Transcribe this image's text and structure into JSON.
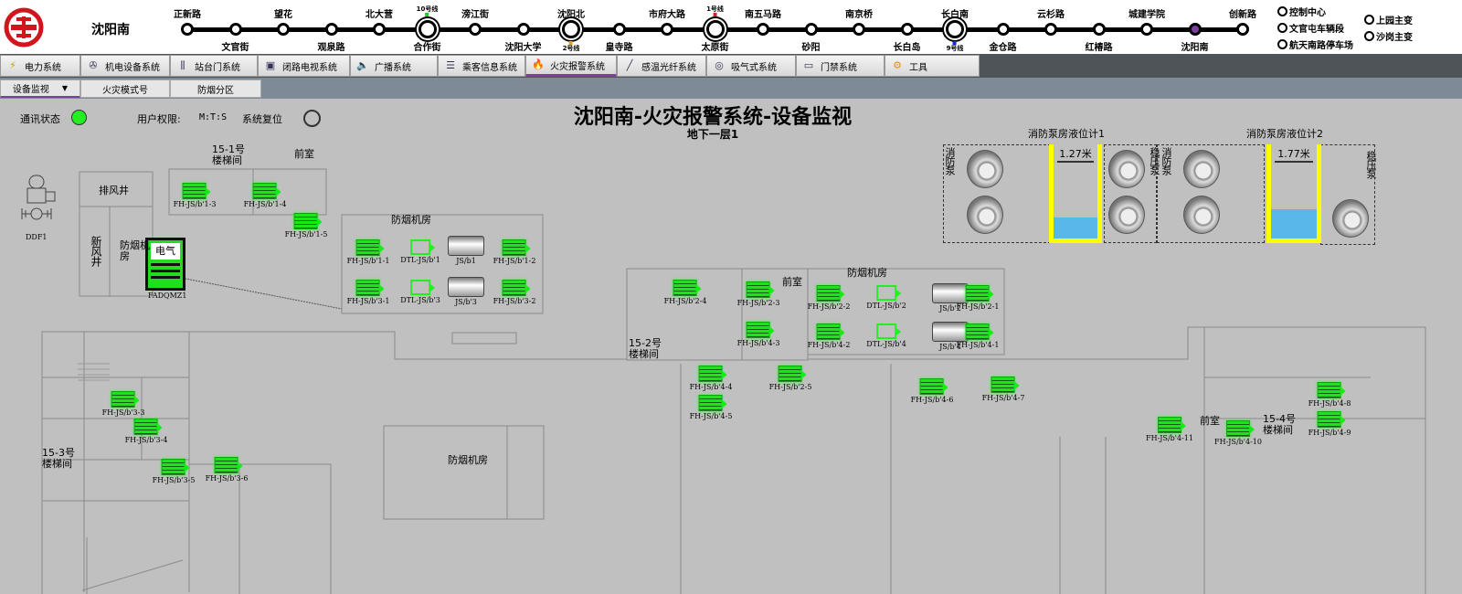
{
  "header": {
    "station": "沈阳南",
    "logo": "metro-logo",
    "stations": [
      {
        "name": "正新路",
        "pos": "top"
      },
      {
        "name": "文官街",
        "pos": "bottom"
      },
      {
        "name": "望花",
        "pos": "top"
      },
      {
        "name": "观泉路",
        "pos": "bottom"
      },
      {
        "name": "北大营",
        "pos": "top"
      },
      {
        "name": "合作街",
        "pos": "bottom",
        "transfer": "10号线",
        "tcolor": "#22cc22"
      },
      {
        "name": "滂江街",
        "pos": "top"
      },
      {
        "name": "沈阳大学",
        "pos": "bottom"
      },
      {
        "name": "沈阳北",
        "pos": "top",
        "transfer": "2号线",
        "tcolor": "#e8a020"
      },
      {
        "name": "皇寺路",
        "pos": "bottom"
      },
      {
        "name": "市府大路",
        "pos": "top"
      },
      {
        "name": "太原街",
        "pos": "bottom",
        "transfer": "1号线",
        "tcolor": "#dd2222"
      },
      {
        "name": "南五马路",
        "pos": "top"
      },
      {
        "name": "砂阳",
        "pos": "bottom"
      },
      {
        "name": "南京桥",
        "pos": "top"
      },
      {
        "name": "长白岛",
        "pos": "bottom"
      },
      {
        "name": "长白南",
        "pos": "top",
        "transfer": "9号线",
        "tcolor": "#1030d0"
      },
      {
        "name": "金仓路",
        "pos": "bottom"
      },
      {
        "name": "云杉路",
        "pos": "top"
      },
      {
        "name": "红椿路",
        "pos": "bottom"
      },
      {
        "name": "城建学院",
        "pos": "top"
      },
      {
        "name": "沈阳南",
        "pos": "bottom",
        "current": true
      },
      {
        "name": "创新路",
        "pos": "top"
      }
    ],
    "side": [
      "控制中心",
      "文官屯车辆段",
      "航天南路停车场",
      "上园主变",
      "沙岗主变"
    ]
  },
  "menu": [
    {
      "label": "电力系统",
      "icon": "power-icon"
    },
    {
      "label": "机电设备系统",
      "icon": "fan-icon"
    },
    {
      "label": "站台门系统",
      "icon": "platform-door-icon"
    },
    {
      "label": "闭路电视系统",
      "icon": "cctv-icon"
    },
    {
      "label": "广播系统",
      "icon": "speaker-icon"
    },
    {
      "label": "乘客信息系统",
      "icon": "info-icon"
    },
    {
      "label": "火灾报警系统",
      "icon": "fire-icon",
      "active": true
    },
    {
      "label": "感温光纤系统",
      "icon": "fiber-icon"
    },
    {
      "label": "吸气式系统",
      "icon": "aspirating-icon"
    },
    {
      "label": "门禁系统",
      "icon": "access-icon"
    },
    {
      "label": "工具",
      "icon": "tools-icon"
    }
  ],
  "subtabs": [
    {
      "label": "设备监视",
      "dropdown": true,
      "active": true
    },
    {
      "label": "火灾模式号"
    },
    {
      "label": "防烟分区"
    }
  ],
  "status": {
    "comm_label": "通讯状态",
    "comm_color": "#22ee22",
    "perm_label": "用户权限:",
    "perm_value": "M:T:S",
    "reset_label": "系统复位"
  },
  "title": "沈阳南-火灾报警系统-设备监视",
  "subtitle": "地下一层1",
  "rooms": [
    "排风井",
    "新风井",
    "防烟机房",
    "15-1号楼梯间",
    "前室",
    "防烟机房",
    "前室",
    "防烟机房",
    "15-2号楼梯间",
    "15-3号楼梯间",
    "防烟机房",
    "前室",
    "15-4号楼梯间",
    "消防泵",
    "稳压泵",
    "消防泵",
    "稳压泵"
  ],
  "valve": "DDF1",
  "panel": {
    "label": "电气",
    "name": "FADQMZ1"
  },
  "tanks": [
    {
      "title": "消防泵房液位计1",
      "level": "1.27米",
      "fill": 0.22
    },
    {
      "title": "消防泵房液位计2",
      "level": "1.77米",
      "fill": 0.31
    }
  ],
  "devices": [
    {
      "id": "FH-JS/b'1-3",
      "type": "fan"
    },
    {
      "id": "FH-JS/b'1-4",
      "type": "fan"
    },
    {
      "id": "FH-JS/b'1-5",
      "type": "fan"
    },
    {
      "id": "FH-JS/b'1-1",
      "type": "fan"
    },
    {
      "id": "DTL-JS/b'1",
      "type": "dtl"
    },
    {
      "id": "JS/b1",
      "type": "motor"
    },
    {
      "id": "FH-JS/b'1-2",
      "type": "fan"
    },
    {
      "id": "FH-JS/b'3-1",
      "type": "fan"
    },
    {
      "id": "DTL-JS/b'3",
      "type": "dtl"
    },
    {
      "id": "JS/b'3",
      "type": "motor"
    },
    {
      "id": "FH-JS/b'3-2",
      "type": "fan"
    },
    {
      "id": "FH-JS/b'2-4",
      "type": "fan"
    },
    {
      "id": "FH-JS/b'2-3",
      "type": "fan"
    },
    {
      "id": "FH-JS/b'4-3",
      "type": "fan"
    },
    {
      "id": "FH-JS/b'2-2",
      "type": "fan"
    },
    {
      "id": "DTL-JS/b'2",
      "type": "dtl"
    },
    {
      "id": "JS/b'2",
      "type": "motor"
    },
    {
      "id": "FH-JS/b'2-1",
      "type": "fan"
    },
    {
      "id": "FH-JS/b'4-2",
      "type": "fan"
    },
    {
      "id": "DTL-JS/b'4",
      "type": "dtl"
    },
    {
      "id": "JS/b'4",
      "type": "motor"
    },
    {
      "id": "FH-JS/b'4-1",
      "type": "fan"
    },
    {
      "id": "FH-JS/b'4-4",
      "type": "fan"
    },
    {
      "id": "FH-JS/b'2-5",
      "type": "fan"
    },
    {
      "id": "FH-JS/b'4-5",
      "type": "fan"
    },
    {
      "id": "FH-JS/b'4-6",
      "type": "fan"
    },
    {
      "id": "FH-JS/b'4-7",
      "type": "fan"
    },
    {
      "id": "FH-JS/b'3-3",
      "type": "fan"
    },
    {
      "id": "FH-JS/b'3-4",
      "type": "fan"
    },
    {
      "id": "FH-JS/b'3-5",
      "type": "fan"
    },
    {
      "id": "FH-JS/b'3-6",
      "type": "fan"
    },
    {
      "id": "FH-JS/b'4-11",
      "type": "fan"
    },
    {
      "id": "FH-JS/b'4-10",
      "type": "fan"
    },
    {
      "id": "FH-JS/b'4-8",
      "type": "fan"
    },
    {
      "id": "FH-JS/b'4-9",
      "type": "fan"
    }
  ]
}
